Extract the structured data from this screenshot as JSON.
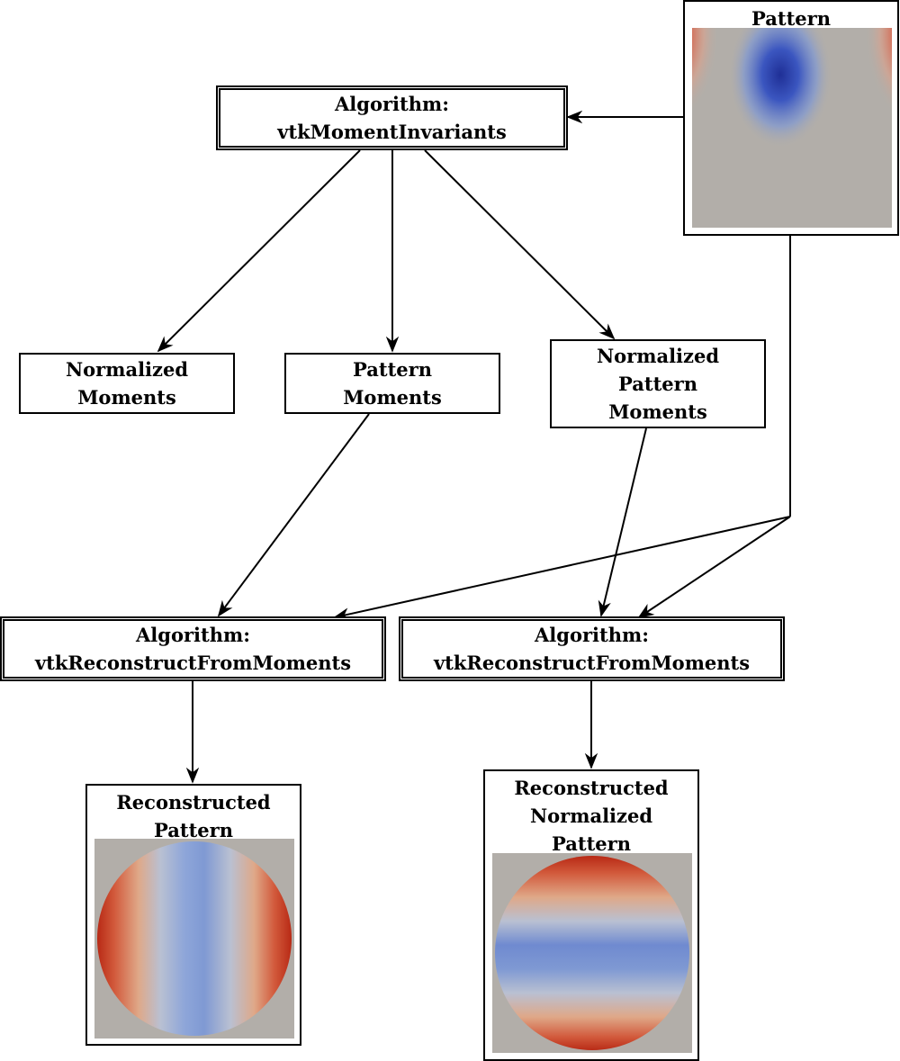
{
  "nodes": {
    "algo_moments": {
      "line1": "Algorithm:",
      "line2": "vtkMomentInvariants"
    },
    "normalized_moments": {
      "line1": "Normalized",
      "line2": "Moments"
    },
    "pattern_moments": {
      "line1": "Pattern",
      "line2": "Moments"
    },
    "normalized_pattern_moments": {
      "line1": "Normalized",
      "line2": "Pattern",
      "line3": "Moments"
    },
    "algo_reconstruct_left": {
      "line1": "Algorithm:",
      "line2": "vtkReconstructFromMoments"
    },
    "algo_reconstruct_right": {
      "line1": "Algorithm:",
      "line2": "vtkReconstructFromMoments"
    }
  },
  "figures": {
    "pattern": {
      "title": "Pattern"
    },
    "reconstructed": {
      "line1": "Reconstructed",
      "line2": "Pattern"
    },
    "reconstructed_normalized": {
      "line1": "Reconstructed",
      "line2": "Normalized",
      "line3": "Pattern"
    }
  },
  "colors": {
    "line": "#000000",
    "background_gray": "#b2aea9",
    "red": "#b4040f",
    "blue": "#3b4cc0"
  }
}
